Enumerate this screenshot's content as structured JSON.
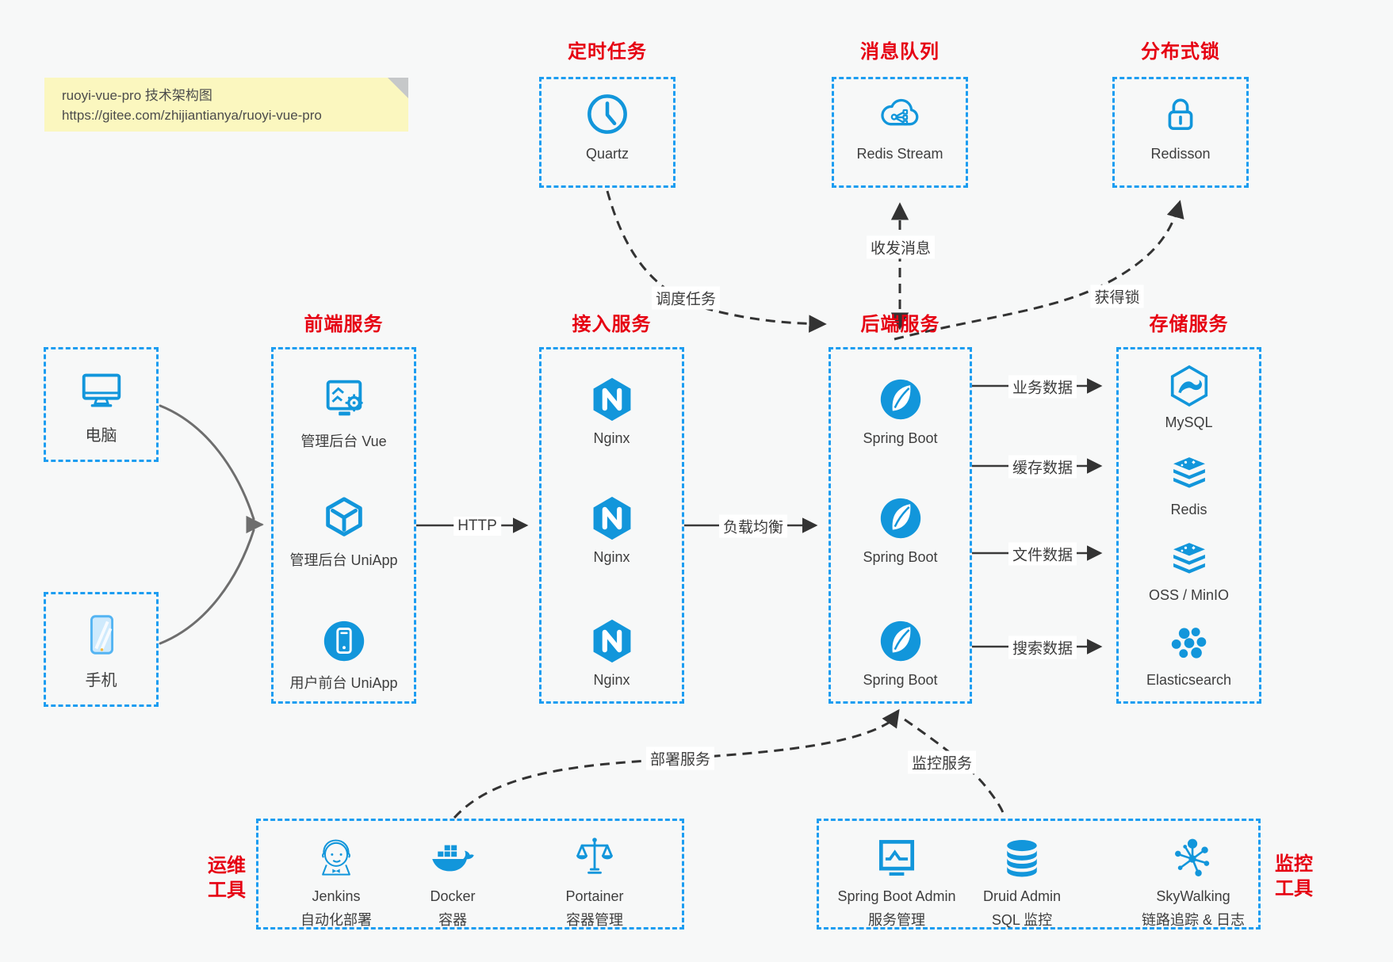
{
  "note": {
    "line1": "ruoyi-vue-pro 技术架构图",
    "line2": "https://gitee.com/zhijiantianya/ruoyi-vue-pro"
  },
  "colors": {
    "accent_blue": "#1296db",
    "dashed_border_blue": "#1c9df1",
    "title_red": "#e60012",
    "note_background": "#fbf7bf",
    "canvas_background": "#f7f8f8",
    "connector_dark": "#333333",
    "client_connector_gray": "#6e6e6e",
    "label_text": "#3e3e3e"
  },
  "top_groups": [
    {
      "title": "定时任务",
      "item": {
        "icon": "clock-icon",
        "label": "Quartz"
      }
    },
    {
      "title": "消息队列",
      "item": {
        "icon": "cloud-stream-icon",
        "label": "Redis Stream"
      }
    },
    {
      "title": "分布式锁",
      "item": {
        "icon": "lock-icon",
        "label": "Redisson"
      }
    }
  ],
  "clients": [
    {
      "icon": "desktop-monitor-icon",
      "label": "电脑"
    },
    {
      "icon": "smartphone-icon",
      "label": "手机"
    }
  ],
  "main_groups": [
    {
      "title": "前端服务",
      "items": [
        {
          "icon": "admin-screen-gear-icon",
          "label": "管理后台 Vue"
        },
        {
          "icon": "uniapp-cube-icon",
          "label": "管理后台 UniApp"
        },
        {
          "icon": "mobile-app-circle-icon",
          "label": "用户前台 UniApp"
        }
      ]
    },
    {
      "title": "接入服务",
      "items": [
        {
          "icon": "nginx-icon",
          "label": "Nginx"
        },
        {
          "icon": "nginx-icon",
          "label": "Nginx"
        },
        {
          "icon": "nginx-icon",
          "label": "Nginx"
        }
      ]
    },
    {
      "title": "后端服务",
      "items": [
        {
          "icon": "spring-boot-icon",
          "label": "Spring Boot"
        },
        {
          "icon": "spring-boot-icon",
          "label": "Spring Boot"
        },
        {
          "icon": "spring-boot-icon",
          "label": "Spring Boot"
        }
      ]
    },
    {
      "title": "存储服务",
      "items": [
        {
          "icon": "mysql-icon",
          "label": "MySQL"
        },
        {
          "icon": "redis-stack-icon",
          "label": "Redis"
        },
        {
          "icon": "redis-stack-icon",
          "label": "OSS / MinIO"
        },
        {
          "icon": "elasticsearch-icon",
          "label": "Elasticsearch"
        }
      ]
    }
  ],
  "bottom_groups": [
    {
      "side_label": [
        "运维",
        "工具"
      ],
      "items": [
        {
          "icon": "jenkins-icon",
          "label": "Jenkins",
          "sublabel": "自动化部署"
        },
        {
          "icon": "docker-icon",
          "label": "Docker",
          "sublabel": "容器"
        },
        {
          "icon": "portainer-scales-icon",
          "label": "Portainer",
          "sublabel": "容器管理"
        }
      ]
    },
    {
      "side_label": [
        "监控",
        "工具"
      ],
      "items": [
        {
          "icon": "monitor-chart-icon",
          "label": "Spring Boot Admin",
          "sublabel": "服务管理"
        },
        {
          "icon": "database-icon",
          "label": "Druid Admin",
          "sublabel": "SQL 监控"
        },
        {
          "icon": "skywalking-icon",
          "label": "SkyWalking",
          "sublabel": "链路追踪 & 日志"
        }
      ]
    }
  ],
  "edge_labels": {
    "http": "HTTP",
    "load_balance": "负载均衡",
    "business_data": "业务数据",
    "cache_data": "缓存数据",
    "file_data": "文件数据",
    "search_data": "搜索数据",
    "schedule_task": "调度任务",
    "send_receive_message": "收发消息",
    "acquire_lock": "获得锁",
    "deploy_service": "部署服务",
    "monitor_service": "监控服务"
  }
}
